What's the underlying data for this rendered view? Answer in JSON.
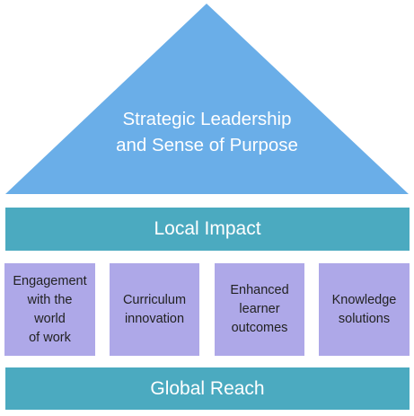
{
  "roof": {
    "text": "Strategic Leadership\nand Sense of Purpose",
    "color": "#6aaee8"
  },
  "local_band": {
    "label": "Local Impact"
  },
  "pillars": [
    {
      "label": "Engagement\nwith the\nworld\nof work"
    },
    {
      "label": "Curriculum\ninnovation"
    },
    {
      "label": "Enhanced\nlearner\noutcomes"
    },
    {
      "label": "Knowledge\nsolutions"
    }
  ],
  "global_band": {
    "label": "Global Reach"
  },
  "colors": {
    "band": "#4baac0",
    "pillar": "#aea8e8",
    "text_light": "#ffffff",
    "text_dark": "#222222"
  }
}
